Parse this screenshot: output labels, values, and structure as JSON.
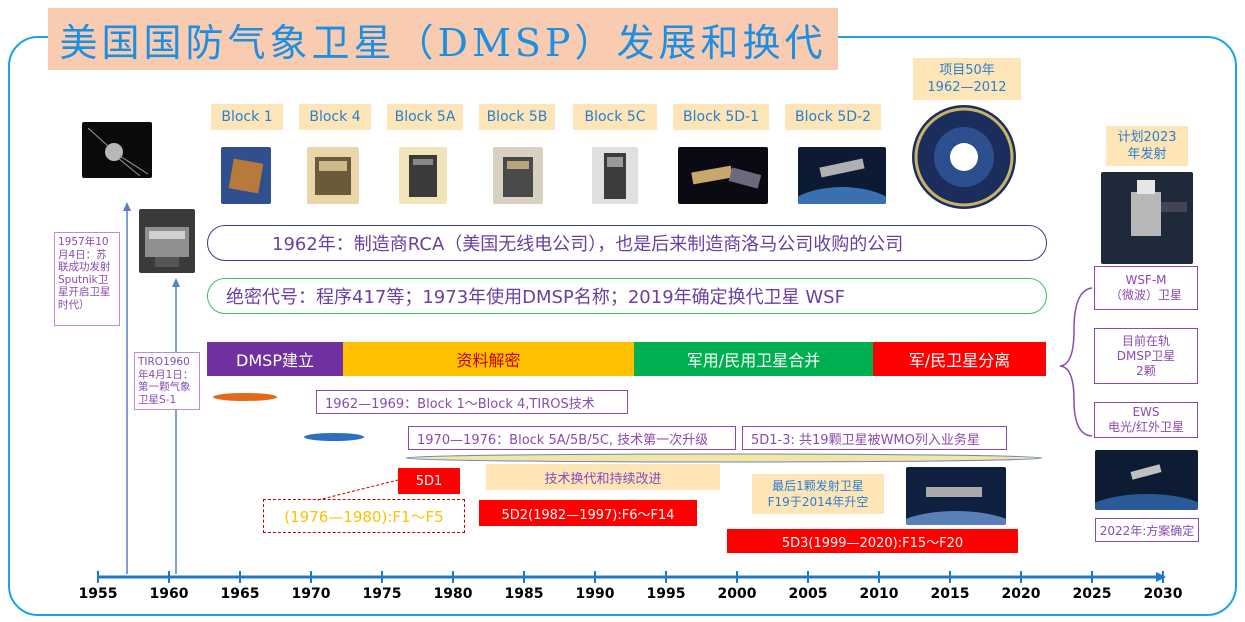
{
  "title": "美国国防气象卫星（DMSP）发展和换代",
  "blocks": [
    "Block 1",
    "Block 4",
    "Block 5A",
    "Block 5B",
    "Block 5C",
    "Block 5D-1",
    "Block 5D-2"
  ],
  "anniversary": {
    "line1": "项目50年",
    "line2": "1962—2012"
  },
  "plan": {
    "line1": "计划2023",
    "line2": "年发射"
  },
  "capsule1": "1962年：制造商RCA（美国无线电公司），也是后来制造商洛马公司收购的公司",
  "capsule2": "绝密代号：程序417等；1973年使用DMSP名称；2019年确定换代卫星 WSF",
  "phases": [
    {
      "label": "DMSP建立",
      "color": "#7030a0",
      "text_color": "#ffffff"
    },
    {
      "label": "资料解密",
      "color": "#ffc000",
      "text_color": "#c00000"
    },
    {
      "label": "军用/民用卫星合并",
      "color": "#00b050",
      "text_color": "#ffffff"
    },
    {
      "label": "军/民卫星分离",
      "color": "#ff0000",
      "text_color": "#ffffff"
    }
  ],
  "side_boxes": [
    {
      "line1": "WSF-M",
      "line2": "（微波）卫星",
      "line3": ""
    },
    {
      "line1": "目前在轨",
      "line2": "DMSP卫星",
      "line3": "2颗"
    },
    {
      "line1": "EWS",
      "line2": "电光/红外卫星",
      "line3": ""
    }
  ],
  "sputnik_note": "1957年10月4日：苏联成功发射Sputnik卫星开启卫星时代）",
  "tiros_note": "TIRO1960年4月1日：第一颗气象卫星S-1",
  "period1": "1962—1969：Block 1～Block 4,TIROS技术",
  "period2": "1970—1976：Block 5A/5B/5C, 技术第一次升级",
  "wmo_note": "5D1-3: 共19颗卫星被WMO列入业务星",
  "tech_note": "技术换代和持续改进",
  "tag_5d1": "5D1",
  "range_5d1": "(1976—1980):F1～F5",
  "tag_5d2": "5D2(1982—1997):F6～F14",
  "last_sat": {
    "line1": "最后1颗发射卫星",
    "line2": "F19于2014年升空"
  },
  "tag_5d3": "5D3(1999—2020):F15～F20",
  "plan_2022": "2022年:方案确定",
  "axis": {
    "years": [
      "1955",
      "1960",
      "1965",
      "1970",
      "1975",
      "1980",
      "1985",
      "1990",
      "1995",
      "2000",
      "2005",
      "2010",
      "2015",
      "2020",
      "2025",
      "2030"
    ],
    "color": "#1f77c9"
  }
}
